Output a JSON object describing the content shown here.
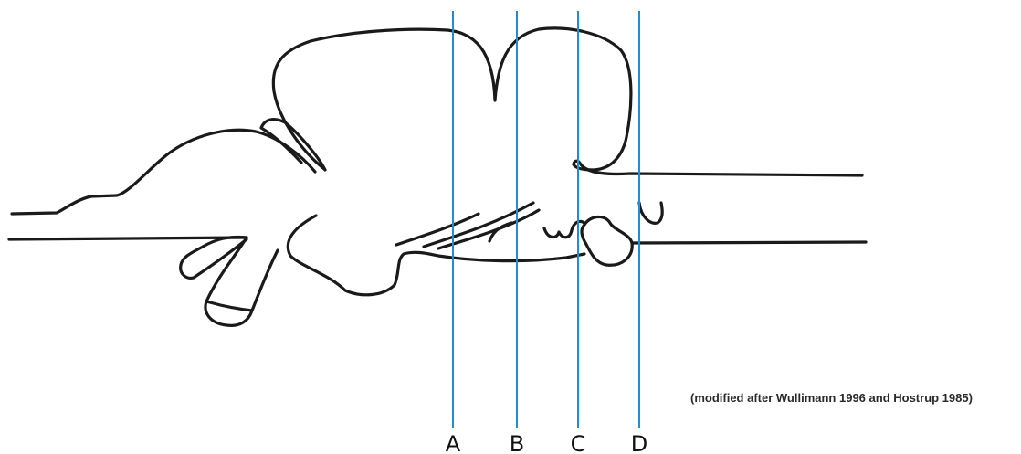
{
  "section_lines": {
    "color": "#1f8fd0",
    "items": [
      {
        "label": "A"
      },
      {
        "label": "B"
      },
      {
        "label": "C"
      },
      {
        "label": "D"
      }
    ]
  },
  "credit": "(modified after Wullimann 1996 and Hostrup 1985)"
}
